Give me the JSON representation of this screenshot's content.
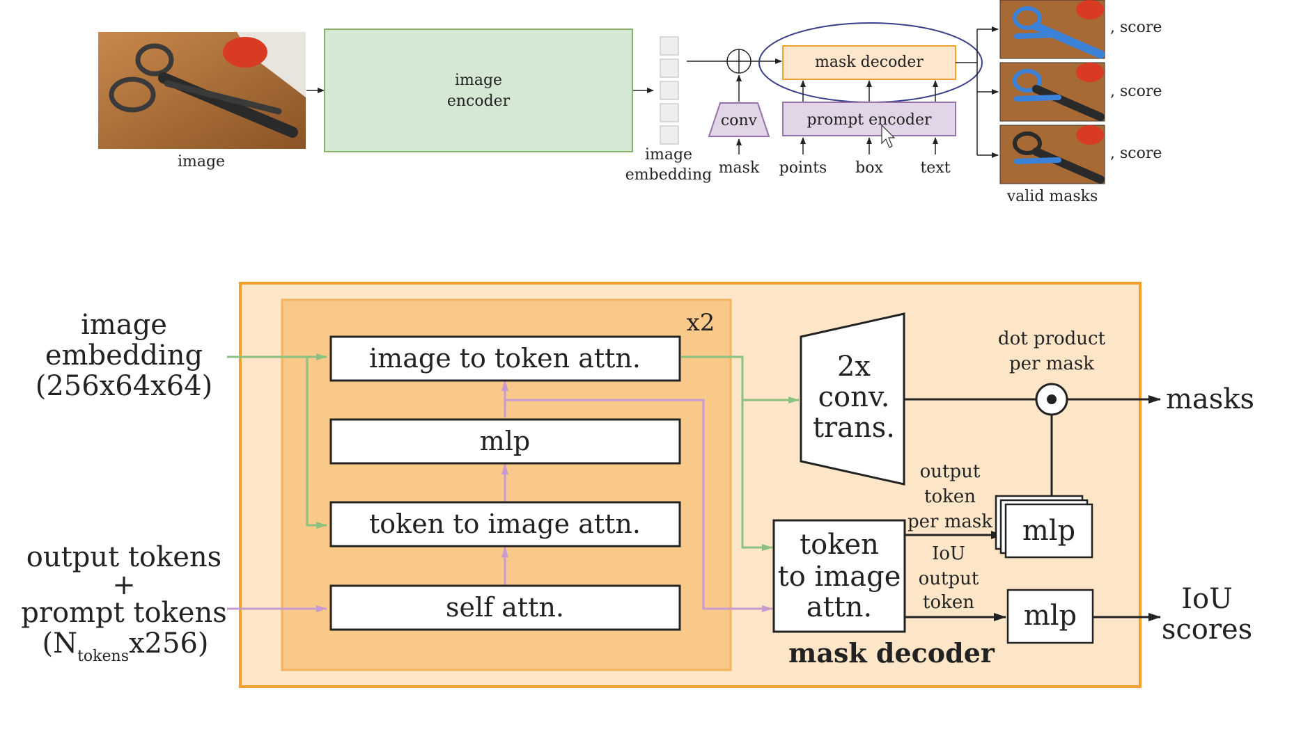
{
  "top": {
    "image_caption": "image",
    "encoder_line1": "image",
    "encoder_line2": "encoder",
    "embedding_line1": "image",
    "embedding_line2": "embedding",
    "conv_label": "conv",
    "mask_label": "mask",
    "mask_decoder_label": "mask decoder",
    "prompt_encoder_label": "prompt encoder",
    "points_label": "points",
    "box_label": "box",
    "text_label": "text",
    "score_labels": [
      ", score",
      ", score",
      ", score"
    ],
    "valid_masks_label": "valid masks"
  },
  "bottom": {
    "input_image_lines": [
      "image",
      "embedding",
      "(256x64x64)"
    ],
    "input_tokens_lines": [
      "output tokens",
      "+",
      "prompt tokens"
    ],
    "input_tokens_last_prefix": "(N",
    "input_tokens_last_sub": "tokens",
    "input_tokens_last_suffix": "x256)",
    "repeat_label": "x2",
    "block_image_to_token": "image to token attn.",
    "block_mlp": "mlp",
    "block_token_to_image": "token to image attn.",
    "block_self_attn": "self attn.",
    "upsample_lines": [
      "2x",
      "conv.",
      "trans."
    ],
    "dot_product_lines": [
      "dot product",
      "per mask"
    ],
    "final_attn_lines": [
      "token",
      "to image",
      "attn."
    ],
    "output_token_lines": [
      "output",
      "token",
      "per mask"
    ],
    "iou_token_lines": [
      "IoU",
      "output",
      "token"
    ],
    "mlp_mask_label": "mlp",
    "mlp_iou_label": "mlp",
    "masks_label": "masks",
    "iou_scores_lines": [
      "IoU",
      "scores"
    ],
    "decoder_title": "mask decoder"
  },
  "colors": {
    "encoder_fill": "#d5e8d4",
    "encoder_stroke": "#82b366",
    "decoder_fill": "#ffe6cc",
    "decoder_stroke": "#f0a030",
    "prompt_fill": "#e1d5e7",
    "prompt_stroke": "#9673a6",
    "outer_fill": "#fde5c8",
    "inner_fill": "#f9c98a",
    "green_arrow": "#8bc080",
    "purple_arrow": "#c79bd0"
  }
}
